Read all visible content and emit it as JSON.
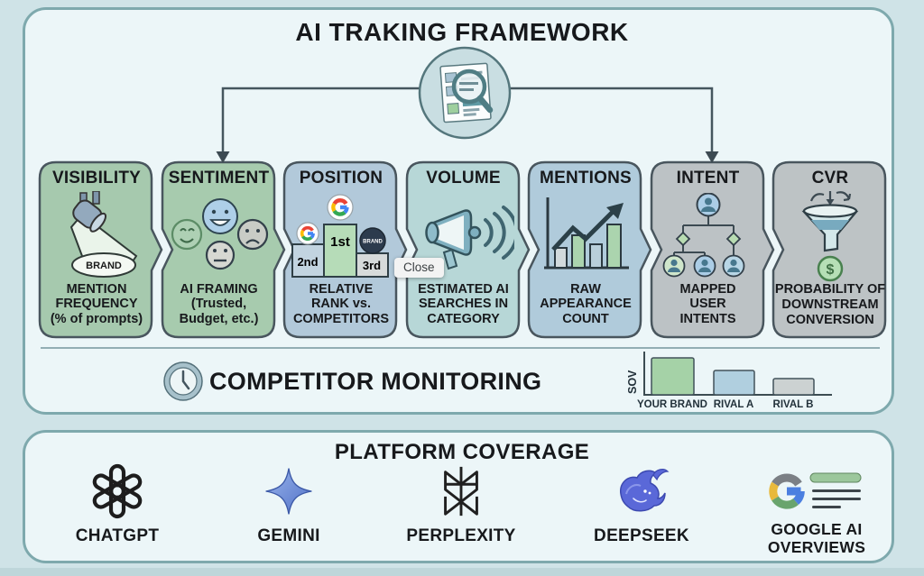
{
  "colors": {
    "background": "#cfe3e7",
    "panel_fill": "#ecf6f8",
    "panel_border": "#7ea9ad",
    "card_border": "#49565e",
    "text": "#17191c",
    "gemini_blue": "#7b9ade",
    "deepseek_blue": "#5a68d8"
  },
  "framework": {
    "title": "AI TRAKING FRAMEWORK",
    "flow_icon": "magnifier-document-icon",
    "cards": [
      {
        "title": "VISIBILITY",
        "desc": "MENTION\nFREQUENCY\n(% of prompts)",
        "icon": "spotlight-icon",
        "color": "#a6c9ae",
        "brand_label": "BRAND"
      },
      {
        "title": "SENTIMENT",
        "desc": "AI FRAMING\n(Trusted,\nBudget, etc.)",
        "icon": "sentiment-faces-icon",
        "color": "#a7cbae"
      },
      {
        "title": "POSITION",
        "desc": "RELATIVE\nRANK vs.\nCOMPETITORS",
        "icon": "podium-rank-icon",
        "color": "#b2c9da",
        "podium": {
          "first": "1st",
          "second": "2nd",
          "third": "3rd",
          "brand": "BRAND"
        }
      },
      {
        "title": "VOLUME",
        "desc": "ESTIMATED AI\nSEARCHES IN\nCATEGORY",
        "icon": "megaphone-icon",
        "color": "#b7d7d7"
      },
      {
        "title": "MENTIONS",
        "desc": "RAW\nAPPEARANCE\nCOUNT",
        "icon": "bar-chart-arrow-icon",
        "color": "#b0cbdb"
      },
      {
        "title": "INTENT",
        "desc": "MAPPED\nUSER\nINTENTS",
        "icon": "user-intent-tree-icon",
        "color": "#bcc2c5"
      },
      {
        "title": "CVR",
        "desc": "PROBABILITY OF\nDOWNSTREAM\nCONVERSION",
        "icon": "funnel-dollar-icon",
        "color": "#bdc3c5"
      }
    ]
  },
  "close_tooltip": {
    "label": "Close"
  },
  "competitor_monitoring": {
    "title": "COMPETITOR MONITORING",
    "icon": "clock-icon",
    "chart": {
      "type": "bar",
      "ylabel": "SOV",
      "categories": [
        "YOUR BRAND",
        "RIVAL A",
        "RIVAL B"
      ],
      "values_relative": [
        1.0,
        0.66,
        0.44
      ],
      "bar_colors": [
        "#a5d2a7",
        "#b0cfdf",
        "#ccd2d2"
      ],
      "legend": "none",
      "grid": "off"
    }
  },
  "platform_coverage": {
    "title": "PLATFORM COVERAGE",
    "platforms": [
      {
        "name": "CHATGPT",
        "icon": "chatgpt-logo"
      },
      {
        "name": "GEMINI",
        "icon": "gemini-logo"
      },
      {
        "name": "PERPLEXITY",
        "icon": "perplexity-logo"
      },
      {
        "name": "DEEPSEEK",
        "icon": "deepseek-logo"
      },
      {
        "name": "GOOGLE AI\nOVERVIEWS",
        "icon": "google-ai-overviews-logo"
      }
    ]
  }
}
